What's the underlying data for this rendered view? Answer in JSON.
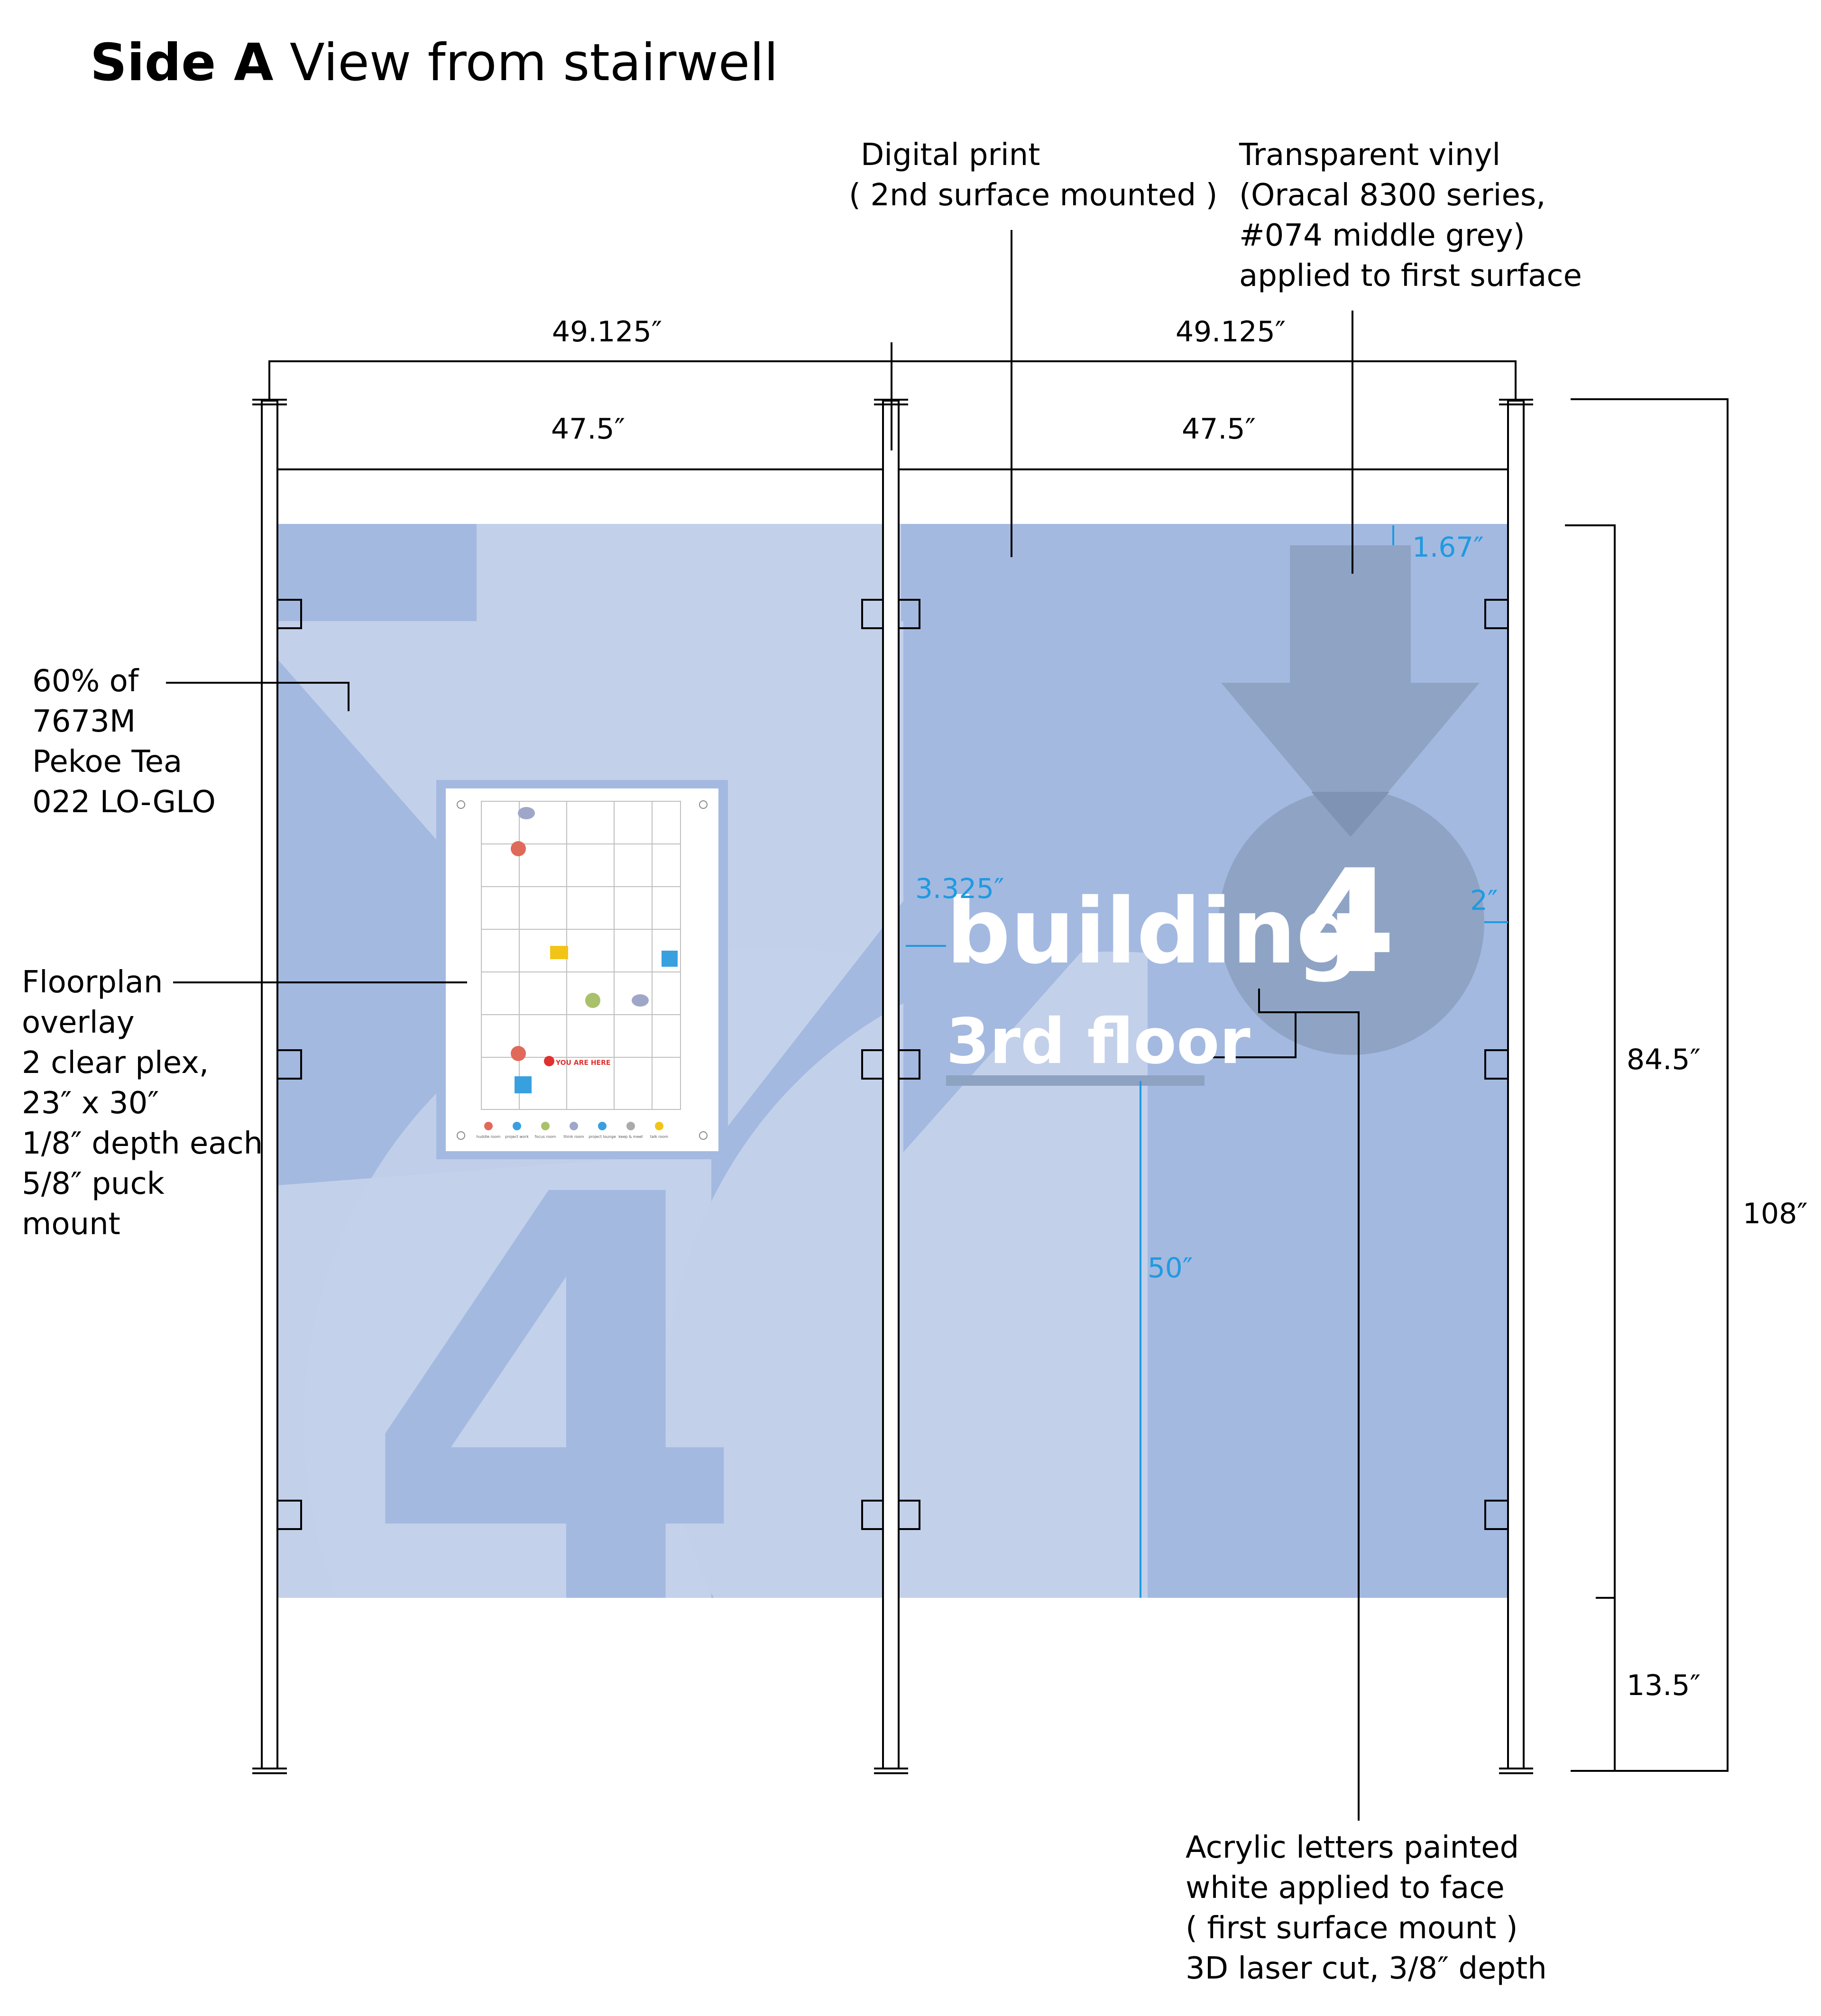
{
  "title": {
    "bold": "Side A",
    "rest": "View from stairwell"
  },
  "callouts": {
    "digital_print": [
      "Digital print",
      "( 2nd surface mounted )"
    ],
    "vinyl": [
      "Transparent vinyl",
      "(Oracal 8300 series,",
      "#074 middle grey)",
      "applied to first surface"
    ],
    "color": [
      "60% of",
      "7673M",
      "Pekoe Tea",
      "022 LO-GLO"
    ],
    "floorplan": [
      "Floorplan",
      "overlay",
      "2 clear plex,",
      "23″ x 30″",
      "1/8″ depth each",
      "5/8″ puck",
      "mount"
    ],
    "acrylic": [
      "Acrylic letters painted",
      "white applied to face",
      "( first surface mount )",
      "3D laser cut, 3/8″ depth"
    ]
  },
  "dimensions": {
    "outer_left": "49.125″",
    "outer_right": "49.125″",
    "inner_left": "47.5″",
    "inner_right": "47.5″",
    "graphic_height": "84.5″",
    "total_height": "108″",
    "bottom_gap": "13.5″",
    "top_margin": "1.67″",
    "left_offset": "3.325″",
    "right_margin": "2″",
    "text_height": "50″"
  },
  "sign": {
    "big_numeral": "4",
    "building_word": "building",
    "building_number": "4",
    "floor": "3rd floor"
  },
  "floorplan_map": {
    "you_are_here": "YOU ARE HERE",
    "legend": [
      "huddle room",
      "project work",
      "focus room",
      "think room",
      "project lounge",
      "keep & meet",
      "talk room"
    ]
  },
  "colors": {
    "panel_light": "#c3d0ea",
    "panel_mid": "#a3b9e0",
    "vinyl_grey": "#8ea2c2",
    "dimension_blue": "#1f9ae0",
    "sign_white": "#ffffff"
  }
}
